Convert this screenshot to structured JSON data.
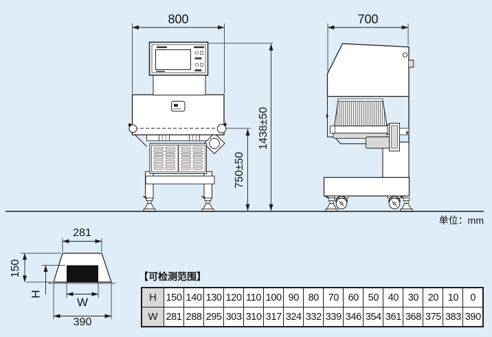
{
  "colors": {
    "background": "#deedf8",
    "line": "#1c1c1c",
    "table_header_bg": "#d8d8d8",
    "product_block": "#111111"
  },
  "front_view": {
    "width_dim": "800",
    "total_height_dim": "1438±50",
    "belt_height_dim": "750±50"
  },
  "side_view": {
    "depth_dim": "700"
  },
  "unit_note": "单位：mm",
  "aperture_diagram": {
    "top_width_dim": "281",
    "base_width_dim": "390",
    "height_dim": "150",
    "h_symbol": "H",
    "w_symbol": "W"
  },
  "detection_table": {
    "title": "【可检测范围】",
    "h_header": "H",
    "w_header": "W",
    "h_values": [
      "150",
      "140",
      "130",
      "120",
      "110",
      "100",
      "90",
      "80",
      "70",
      "60",
      "50",
      "40",
      "30",
      "20",
      "10",
      "0"
    ],
    "w_values": [
      "281",
      "288",
      "295",
      "303",
      "310",
      "317",
      "324",
      "332",
      "339",
      "346",
      "354",
      "361",
      "368",
      "375",
      "383",
      "390"
    ]
  }
}
